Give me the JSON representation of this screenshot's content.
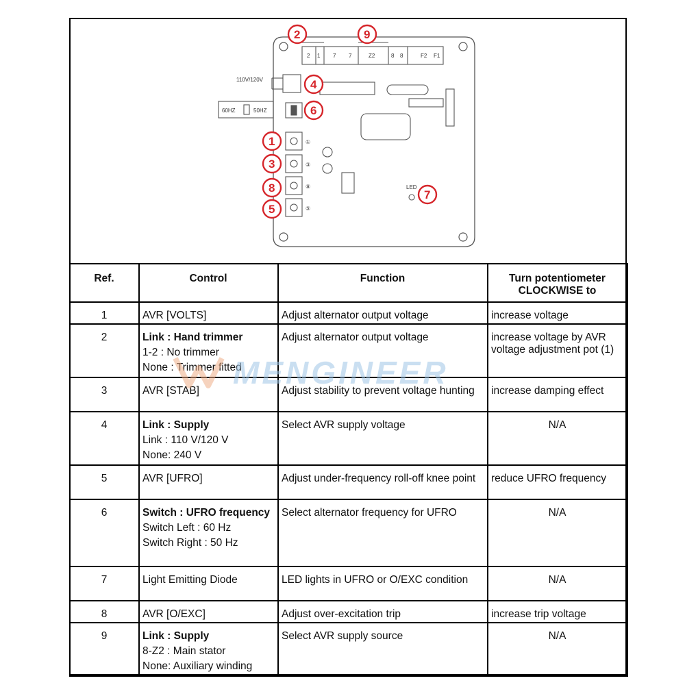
{
  "diagram": {
    "terminals": [
      "2",
      "1",
      "7",
      "7",
      "Z2",
      "8",
      "8",
      "F2",
      "F1"
    ],
    "label_supply": "110V/120V",
    "label_60hz": "60HZ",
    "label_50hz": "50HZ",
    "label_led": "LED",
    "pot_marks": [
      "①",
      "③",
      "⑧",
      "⑤"
    ],
    "callouts": [
      "2",
      "9",
      "4",
      "6",
      "1",
      "3",
      "8",
      "5",
      "7"
    ]
  },
  "watermark": "MENGINEER",
  "table": {
    "headers": {
      "ref": "Ref.",
      "control": "Control",
      "function": "Function",
      "turn_line1": "Turn potentiometer",
      "turn_line2": "CLOCKWISE to"
    },
    "rows": [
      {
        "ref": "1",
        "control_title": "",
        "control_lines": [
          "AVR [VOLTS]"
        ],
        "function": "Adjust alternator output voltage",
        "turn": "increase voltage"
      },
      {
        "ref": "2",
        "control_title": "Link : Hand trimmer",
        "control_lines": [
          "1-2 : No trimmer",
          "None : Trimmer fitted"
        ],
        "function": "Adjust alternator output voltage",
        "turn": "increase voltage by AVR voltage adjustment pot (1)"
      },
      {
        "ref": "3",
        "control_title": "",
        "control_lines": [
          "AVR [STAB]"
        ],
        "function": "Adjust stability to prevent voltage hunting",
        "turn": "increase damping effect"
      },
      {
        "ref": "4",
        "control_title": "Link : Supply",
        "control_lines": [
          "Link : 110 V/120 V",
          "None: 240 V"
        ],
        "function": "Select AVR supply voltage",
        "turn": "N/A"
      },
      {
        "ref": "5",
        "control_title": "",
        "control_lines": [
          "AVR [UFRO]"
        ],
        "function": "Adjust under-frequency roll-off knee point",
        "turn": "reduce UFRO frequency"
      },
      {
        "ref": "6",
        "control_title": "Switch : UFRO frequency",
        "control_lines": [
          "Switch Left : 60 Hz",
          "Switch Right : 50 Hz"
        ],
        "function": "Select alternator frequency for UFRO",
        "turn": "N/A"
      },
      {
        "ref": "7",
        "control_title": "",
        "control_lines": [
          "Light Emitting Diode"
        ],
        "function": "LED lights in UFRO or O/EXC condition",
        "turn": "N/A"
      },
      {
        "ref": "8",
        "control_title": "",
        "control_lines": [
          "AVR [O/EXC]"
        ],
        "function": "Adjust over-excitation trip",
        "turn": "increase trip voltage"
      },
      {
        "ref": "9",
        "control_title": "Link : Supply",
        "control_lines": [
          "8-Z2 : Main stator",
          "None: Auxiliary winding"
        ],
        "function": "Select AVR supply source",
        "turn": "N/A"
      }
    ]
  }
}
